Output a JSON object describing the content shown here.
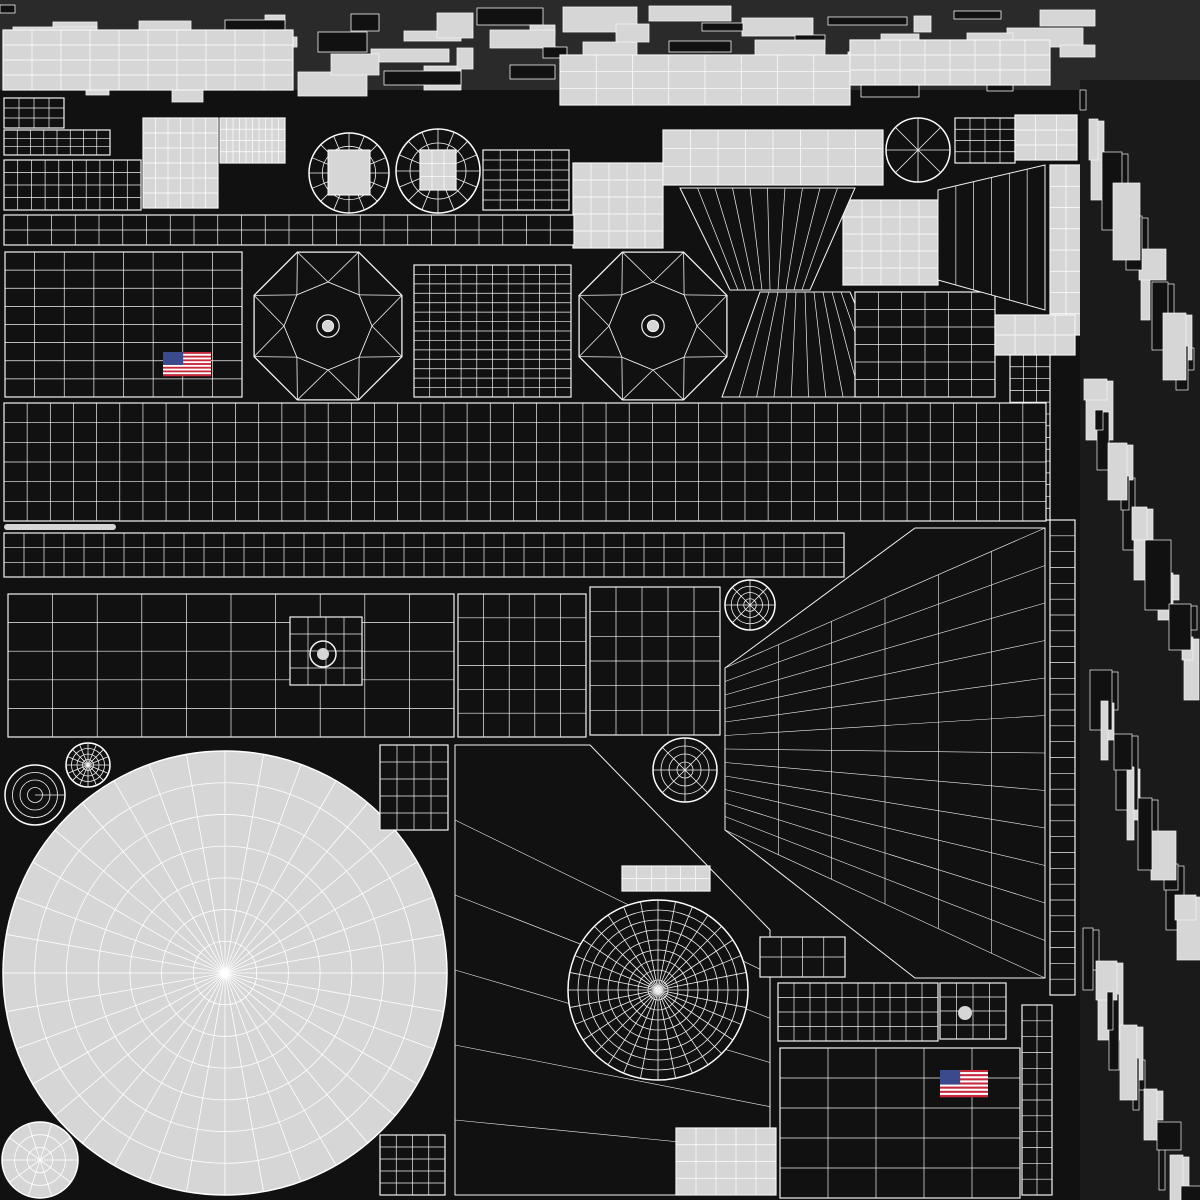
{
  "colors": {
    "background": "#111111",
    "wire": "#f2f2f2",
    "light_fill": "#d6d6d6",
    "mid_fill": "#bdbdbd",
    "flag_red": "#c8283c",
    "flag_blue": "#3a4a8c"
  },
  "icons": [
    "us-flag-icon",
    "us-flag-icon"
  ],
  "grid_density": {
    "main_strip_cols": 45,
    "main_strip_rows": 6,
    "lower_strip_cols": 42,
    "lower_strip_rows": 3,
    "big_disc_spokes": 36,
    "big_disc_rings": 7,
    "radial_disc_spokes": 32,
    "radial_disc_rings": 9
  }
}
